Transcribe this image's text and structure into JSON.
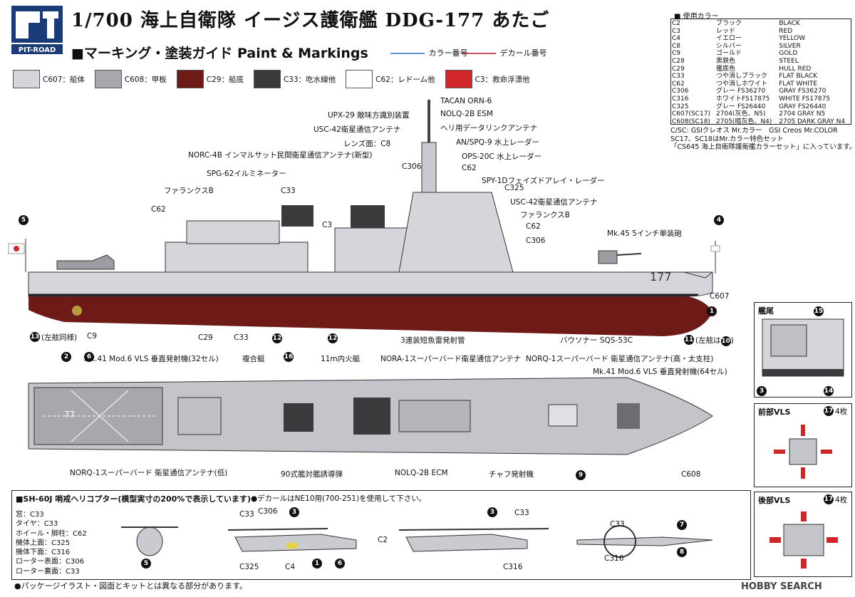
{
  "header": {
    "brand": "PIT-ROAD",
    "title": "1/700 海上自衛隊 イージス護衛艦 DDG-177 あたご",
    "subtitle": "■マーキング・塗装ガイド Paint & Markings",
    "legend_color": "カラー番号",
    "legend_decal": "デカール番号"
  },
  "swatches": [
    {
      "label": "C607：船体",
      "color": "#d4d6db"
    },
    {
      "label": "C608：甲板",
      "color": "#a7a8ad"
    },
    {
      "label": "C29：船底",
      "color": "#6e1a16"
    },
    {
      "label": "C33：吃水線他",
      "color": "#3a3a3c"
    },
    {
      "label": "C62：レドーム他",
      "color": "#ffffff"
    },
    {
      "label": "C3：救命浮漂他",
      "color": "#d0262a"
    }
  ],
  "color_table": {
    "heading": "■ 使用カラー",
    "rows": [
      [
        "C2",
        "ブラック",
        "BLACK"
      ],
      [
        "C3",
        "レッド",
        "RED"
      ],
      [
        "C4",
        "イエロー",
        "YELLOW"
      ],
      [
        "C8",
        "シルバー",
        "SILVER"
      ],
      [
        "C9",
        "ゴールド",
        "GOLD"
      ],
      [
        "C28",
        "黒鉄色",
        "STEEL"
      ],
      [
        "C29",
        "艦底色",
        "HULL RED"
      ],
      [
        "C33",
        "つや消しブラック",
        "FLAT BLACK"
      ],
      [
        "C62",
        "つや消しホワイト",
        "FLAT WHITE"
      ],
      [
        "C306",
        "グレー FS36270",
        "GRAY FS36270"
      ],
      [
        "C316",
        "ホワイトFS17875",
        "WHITE FS17875"
      ],
      [
        "C325",
        "グレー FS26440",
        "GRAY FS26440"
      ],
      [
        "C607(SC17)",
        "2704(灰色、N5)",
        "2704 GRAY N5"
      ],
      [
        "C608(SC18)",
        "2705(暗灰色、N4)",
        "2705 DARK GRAY N4"
      ]
    ],
    "notes": [
      "C/SC: GSIクレオス Mr.カラー　GSI Creos Mr.COLOR",
      "SC17、SC18はMr.カラー特色セット",
      "「CS645 海上自衛隊護衛艦カラーセット」に入っています。"
    ]
  },
  "side_labels": [
    "TACAN ORN-6",
    "UPX-29 敵味方識別装置",
    "NOLQ-2B ESM",
    "ヘリ用データリンクアンテナ",
    "USC-42衛星通信アンテナ",
    "AN/SPQ-9 水上レーダー",
    "レンズ面：C8",
    "OPS-20C 水上レーダー",
    "NORC-4B インマルサット民間衛星通信アンテナ(新型)",
    "C306",
    "C62",
    "SPG-62イルミネーター",
    "SPY-1Dフェイズドアレイ・レーダー",
    "C325",
    "ファランクスB",
    "C33",
    "USC-42衛星通信アンテナ",
    "C62",
    "C3",
    "ファランクスB",
    "C62",
    "C306",
    "Mk.45 5インチ単装砲",
    "177",
    "C607",
    "(左舷同様)",
    "C9",
    "C29",
    "C33",
    "3連装短魚雷発射管",
    "バウソナー SQS-53C",
    "(左舷は",
    ")"
  ],
  "top_labels": [
    "Mk.41 Mod.6 VLS 垂直発射機(32セル)",
    "複合艇",
    "11m内火艇",
    "NORA-1スーパーバード衛星通信アンテナ",
    "NORQ-1スーパーバード 衛星通信アンテナ(高・太支柱)",
    "Mk.41 Mod.6 VLS 垂直発射機(64セル)",
    "NORQ-1スーパーバード 衛星通信アンテナ(低)",
    "90式艦対艦誘導弾",
    "NOLQ-2B ECM",
    "チャフ発射機",
    "C608",
    "77"
  ],
  "callouts": {
    "stern": "艦尾",
    "fwd_vls": "前部VLS",
    "aft_vls": "後部VLS",
    "qty": "4枚",
    "n17": "17",
    "n15": "15",
    "n14": "14",
    "n3": "3",
    "n1": "1",
    "n2": "2",
    "n4": "4",
    "n5": "5",
    "n6": "6",
    "n7": "7",
    "n8": "8",
    "n9": "9",
    "n10": "10",
    "n11": "11",
    "n12": "12",
    "n13": "13",
    "n16": "16"
  },
  "helicopter": {
    "title": "■SH-60J 哨戒ヘリコプター(模型実寸の200%で表示しています)",
    "decal_note": "●デカールはNE10用(700-251)を使用して下さい。",
    "colors": [
      "窓：C33",
      "タイヤ：C33",
      "ホイール・脚柱：C62",
      "機体上面：C325",
      "機体下面：C316",
      "ローター表面：C306",
      "ローター裏面：C33"
    ],
    "labels": [
      "C306",
      "C2",
      "C4",
      "C325",
      "C33",
      "C33",
      "C316",
      "C33",
      "C316"
    ]
  },
  "footer": "●パッケージイラスト・図面とキットとは異なる部分があります。",
  "watermark": "HOBBY SEARCH"
}
